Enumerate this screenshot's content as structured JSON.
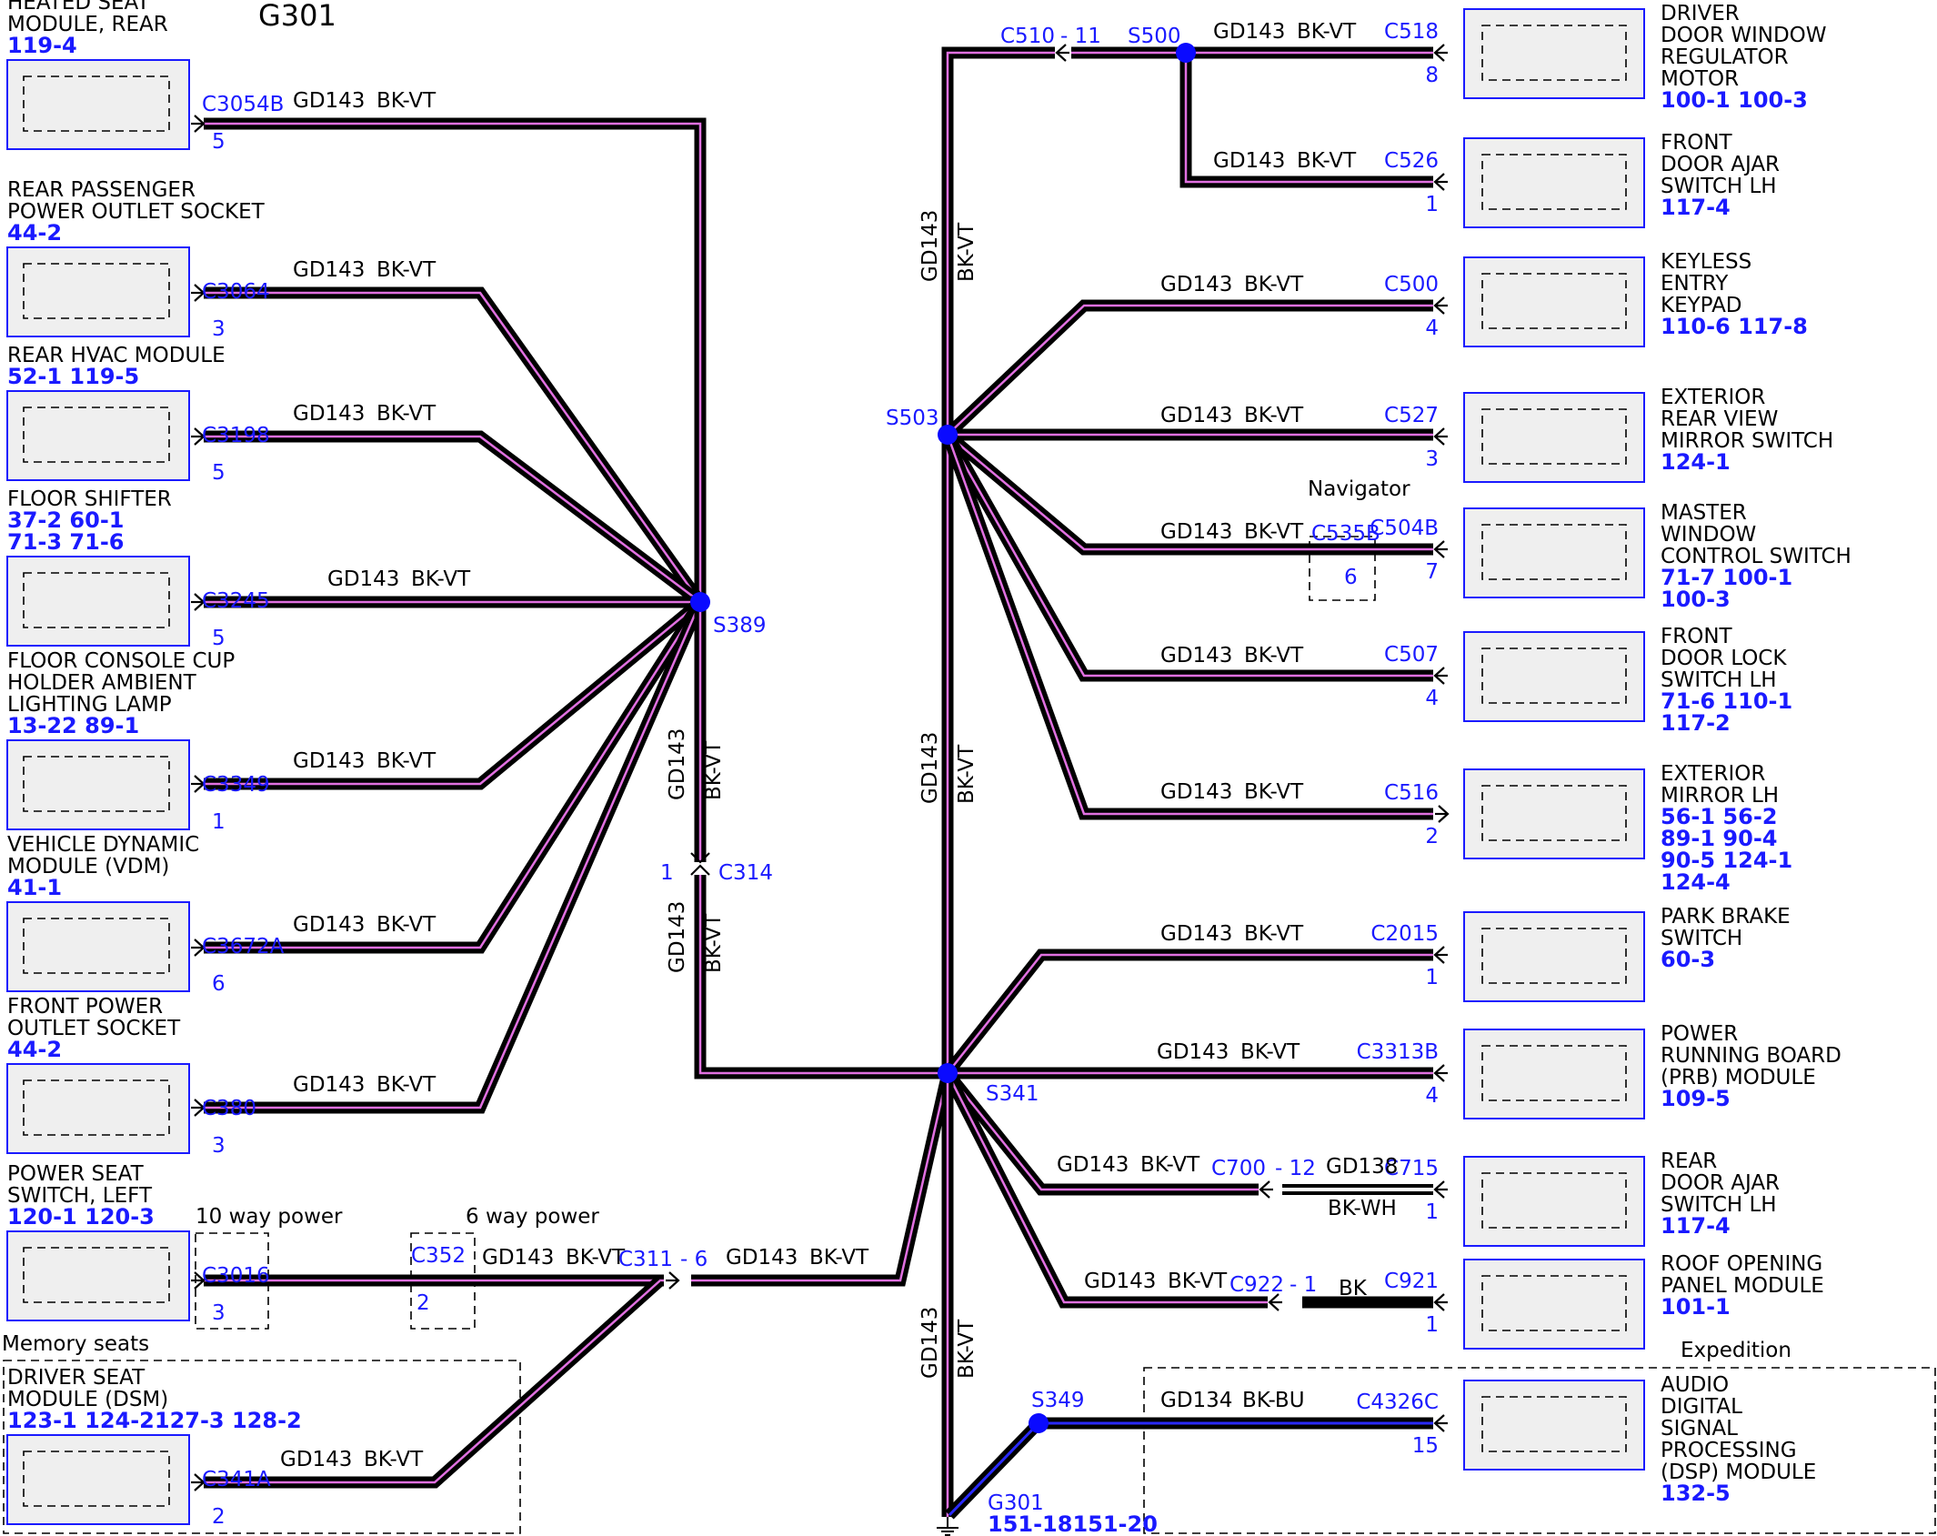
{
  "title": "G301",
  "wire_label": {
    "circuit": "GD143",
    "color": "BK-VT"
  },
  "notes": {
    "ten_way": "10 way power",
    "six_way": "6 way power",
    "memory": "Memory seats",
    "navigator": "Navigator",
    "expedition": "Expedition"
  },
  "left_components": [
    {
      "name": [
        "HEATED SEAT",
        "MODULE, REAR"
      ],
      "refs": [
        "119-4"
      ],
      "connector": "C3054B",
      "pin": "5"
    },
    {
      "name": [
        "REAR PASSENGER",
        "POWER OUTLET SOCKET"
      ],
      "refs": [
        "44-2"
      ],
      "connector": "C3064",
      "pin": "3"
    },
    {
      "name": [
        "REAR HVAC MODULE"
      ],
      "refs": [
        "52-1   119-5"
      ],
      "connector": "C3198",
      "pin": "5"
    },
    {
      "name": [
        "FLOOR SHIFTER"
      ],
      "refs": [
        "37-2   60-1",
        "71-3   71-6"
      ],
      "connector": "C3245",
      "pin": "5"
    },
    {
      "name": [
        "FLOOR CONSOLE CUP",
        "HOLDER AMBIENT",
        "LIGHTING LAMP"
      ],
      "refs": [
        "13-22 89-1"
      ],
      "connector": "C3349",
      "pin": "1"
    },
    {
      "name": [
        "VEHICLE DYNAMIC",
        "MODULE (VDM)"
      ],
      "refs": [
        "41-1"
      ],
      "connector": "C3672A",
      "pin": "6"
    },
    {
      "name": [
        "FRONT POWER",
        "OUTLET SOCKET"
      ],
      "refs": [
        "44-2"
      ],
      "connector": "C380",
      "pin": "3"
    },
    {
      "name": [
        "POWER SEAT",
        "SWITCH, LEFT"
      ],
      "refs": [
        "120-1 120-3"
      ],
      "connector": "C3016",
      "pin": "3"
    },
    {
      "name": [
        "DRIVER SEAT",
        "MODULE (DSM)"
      ],
      "refs": [
        "123-1 124-2127-3 128-2"
      ],
      "connector": "C341A",
      "pin": "2"
    }
  ],
  "right_components": [
    {
      "name": [
        "DRIVER",
        "DOOR WINDOW",
        "REGULATOR",
        "MOTOR"
      ],
      "refs": [
        "100-1 100-3"
      ],
      "connector": "C518",
      "pin": "8"
    },
    {
      "name": [
        "FRONT",
        "DOOR AJAR",
        "SWITCH LH"
      ],
      "refs": [
        "117-4"
      ],
      "connector": "C526",
      "pin": "1"
    },
    {
      "name": [
        "KEYLESS",
        "ENTRY",
        "KEYPAD"
      ],
      "refs": [
        "110-6 117-8"
      ],
      "connector": "C500",
      "pin": "4"
    },
    {
      "name": [
        "EXTERIOR",
        "REAR VIEW",
        "MIRROR SWITCH"
      ],
      "refs": [
        "124-1"
      ],
      "connector": "C527",
      "pin": "3"
    },
    {
      "name": [
        "MASTER",
        "WINDOW",
        "CONTROL SWITCH"
      ],
      "refs": [
        "71-7   100-1",
        "100-3"
      ],
      "connector": "C504B",
      "pin": "7"
    },
    {
      "name": [
        "FRONT",
        "DOOR LOCK",
        "SWITCH LH"
      ],
      "refs": [
        "71-6   110-1",
        "117-2"
      ],
      "connector": "C507",
      "pin": "4"
    },
    {
      "name": [
        "EXTERIOR",
        "MIRROR LH"
      ],
      "refs": [
        "56-1   56-2",
        "89-1   90-4",
        "90-5   124-1",
        "124-4"
      ],
      "connector": "C516",
      "pin": "2"
    },
    {
      "name": [
        "PARK BRAKE",
        "SWITCH"
      ],
      "refs": [
        "60-3"
      ],
      "connector": "C2015",
      "pin": "1"
    },
    {
      "name": [
        "POWER",
        "RUNNING BOARD",
        "(PRB) MODULE"
      ],
      "refs": [
        "109-5"
      ],
      "connector": "C3313B",
      "pin": "4"
    },
    {
      "name": [
        "REAR",
        "DOOR AJAR",
        "SWITCH LH"
      ],
      "refs": [
        "117-4"
      ],
      "connector": "C715",
      "pin": "1"
    },
    {
      "name": [
        "ROOF OPENING",
        "PANEL MODULE"
      ],
      "refs": [
        "101-1"
      ],
      "connector": "C921",
      "pin": "1"
    },
    {
      "name": [
        "AUDIO",
        "DIGITAL",
        "SIGNAL",
        "PROCESSING",
        "(DSP) MODULE"
      ],
      "refs": [
        "132-5"
      ],
      "connector": "C4326C",
      "pin": "15"
    }
  ],
  "splices": {
    "s389": "S389",
    "s503": "S503",
    "s341": "S341",
    "s500": "S500",
    "s349": "S349"
  },
  "inline": {
    "c314": "C314",
    "c314_pin": "1",
    "c352": "C352",
    "c352_pin": "2",
    "c311": "C311",
    "c311_pin": "- 6",
    "c510": "C510",
    "c510_pin": "- 11",
    "c535b": "C535B",
    "c535b_pin": "6",
    "c700": "C700",
    "c700_pin": "- 12",
    "c922": "C922",
    "c922_pin": "- 1"
  },
  "other_wires": {
    "gd138": "GD138",
    "bk_wh": "BK-WH",
    "bk": "BK",
    "gd134": "GD134",
    "bk_bu": "BK-BU"
  },
  "ground": {
    "name": "G301",
    "refs": "151-18151-20"
  }
}
